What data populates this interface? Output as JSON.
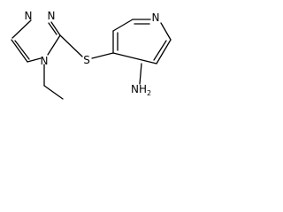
{
  "structure": {
    "name": "",
    "atom_labels": {
      "triazole_n1": "N",
      "triazole_n2": "N",
      "triazole_n4": "N",
      "pyridine_n": "N",
      "sulfur": "S",
      "amine": "NH",
      "amine_subscript": "2"
    }
  },
  "colors": {
    "bond": "#000000",
    "label": "#000000",
    "background": "#ffffff"
  }
}
